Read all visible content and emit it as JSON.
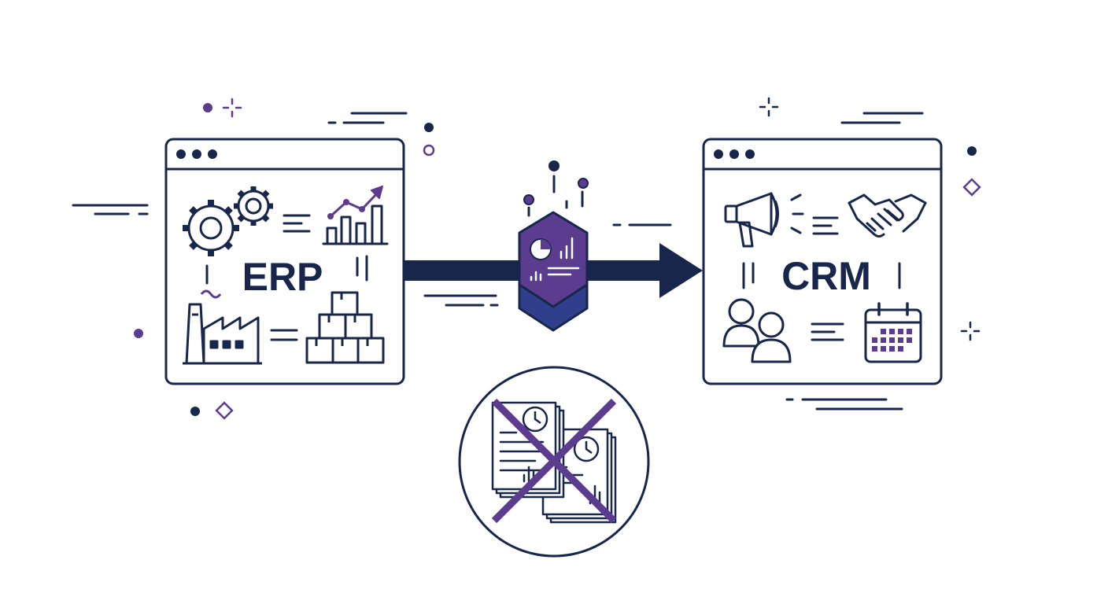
{
  "colors": {
    "navy": "#17264a",
    "purple": "#5b3c8e",
    "purple_light": "#7a5cb0",
    "background": "#ffffff"
  },
  "source_system": {
    "label": "ERP",
    "icons": [
      "gears-icon",
      "rising-bar-chart-icon",
      "factory-icon",
      "stacked-boxes-icon"
    ]
  },
  "target_system": {
    "label": "CRM",
    "icons": [
      "megaphone-icon",
      "handshake-icon",
      "users-icon",
      "calendar-icon"
    ]
  },
  "connector": {
    "icon": "integration-hub-icon",
    "arrow": "data-flow-arrow"
  },
  "bottom": {
    "icon": "no-manual-reports-icon"
  }
}
